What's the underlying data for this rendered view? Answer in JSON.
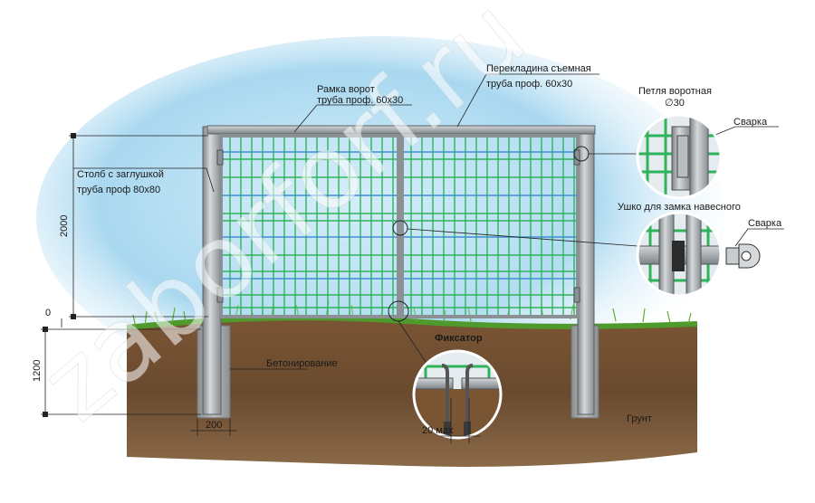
{
  "watermark": "zaborforf.ru",
  "labels": {
    "frame_title": "Рамка ворот",
    "frame_spec": "труба проф. 60х30",
    "crossbar_title": "Перекладина съемная",
    "crossbar_spec": "труба проф. 60х30",
    "post_title": "Столб с заглушкой",
    "post_spec": "труба проф 80х80",
    "hinge_title": "Петля воротная",
    "hinge_size": "∅30",
    "weld_1": "Сварка",
    "lock_ear": "Ушко для замка навесного",
    "weld_2": "Сварка",
    "latch": "Фиксатор",
    "concrete": "Бетонирование",
    "soil": "Грунт",
    "gap": "20 мах"
  },
  "dimensions": {
    "height": "2000",
    "depth": "1200",
    "zero": "0",
    "hole_width": "200"
  },
  "colors": {
    "sky": "#a9d8f0",
    "mesh_green": "#2fb35a",
    "mesh_blue": "#3f8fcf",
    "steel": "#9ea4a8",
    "soil": "#6a4a2e",
    "grass": "#4f9a2c"
  }
}
